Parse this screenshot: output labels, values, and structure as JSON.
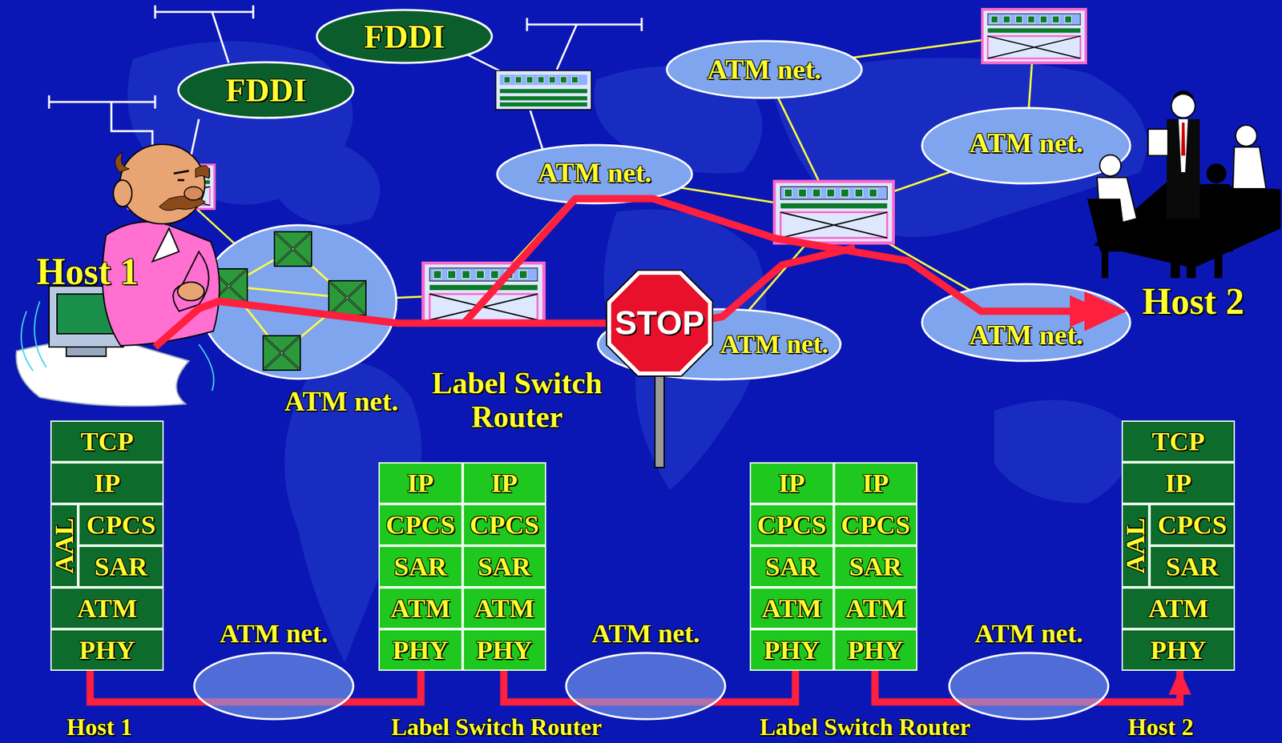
{
  "diagram": {
    "nodes": [
      {
        "text": [
          "FDDI"
        ]
      },
      {
        "text": [
          "ATM net."
        ]
      },
      {
        "text": [
          "FDDI"
        ]
      },
      {
        "text": [
          "ATM net."
        ]
      },
      {
        "text": [
          "ATM net."
        ]
      },
      {
        "text": [
          "ATM net."
        ]
      },
      {
        "text": [
          "ATM net."
        ]
      },
      {
        "text": [
          "ATM net."
        ]
      },
      {
        "text": [
          "TCP",
          "IP",
          "AAL",
          "CPCS",
          "SAR",
          "ATM",
          "PHY"
        ]
      },
      {
        "text": [
          "IP",
          "IP",
          "CPCS",
          "CPCS",
          "SAR",
          "SAR",
          "ATM",
          "ATM",
          "PHY",
          "PHY"
        ]
      },
      {
        "text": [
          "IP",
          "IP",
          "CPCS",
          "CPCS",
          "SAR",
          "SAR",
          "ATM",
          "ATM",
          "PHY",
          "PHY"
        ]
      },
      {
        "text": [
          "TCP",
          "IP",
          "AAL",
          "CPCS",
          "SAR",
          "ATM",
          "PHY"
        ]
      },
      {
        "text": [
          "ATM net."
        ]
      },
      {
        "text": [
          "ATM net."
        ]
      },
      {
        "text": [
          "ATM net."
        ]
      }
    ],
    "edges": [
      {
        "from": 8,
        "to": 9,
        "arrow": "none"
      },
      {
        "from": 9,
        "to": 10,
        "arrow": "none"
      },
      {
        "from": 10,
        "to": 11,
        "arrow": "to"
      }
    ],
    "labels": [
      "Host 1",
      "Host 2",
      "Label Switch Router",
      "STOP",
      "Host 1",
      "Label Switch Router",
      "Label Switch Router",
      "Host 2"
    ]
  }
}
